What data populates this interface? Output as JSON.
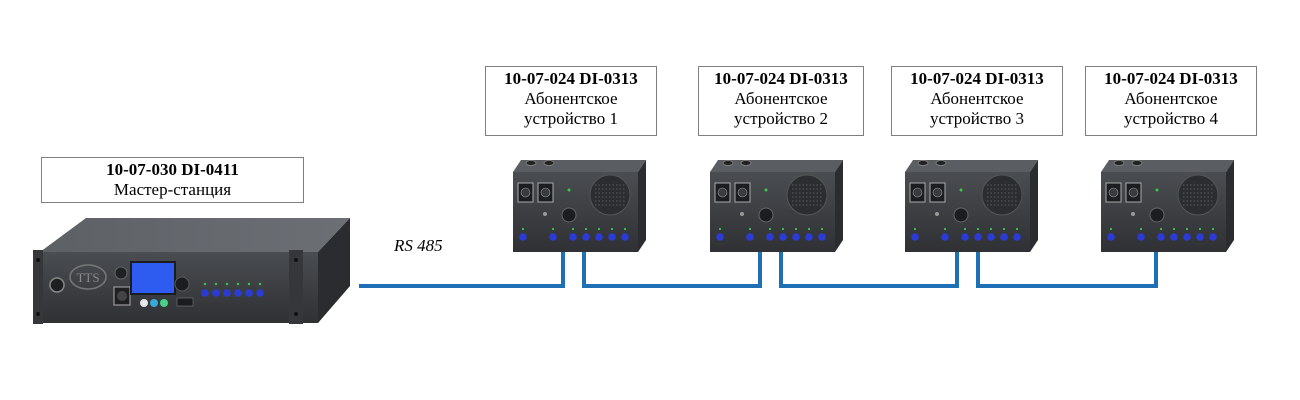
{
  "master": {
    "code": "10-07-030 DI-0411",
    "description": "Мастер-станция",
    "front_logo": "TTS"
  },
  "bus": {
    "label": "RS 485",
    "color": "#1f6fb5"
  },
  "subscribers": [
    {
      "code": "10-07-024 DI-0313",
      "description_line1": "Абонентское",
      "description_line2": "устройство 1"
    },
    {
      "code": "10-07-024 DI-0313",
      "description_line1": "Абонентское",
      "description_line2": "устройство 2"
    },
    {
      "code": "10-07-024 DI-0313",
      "description_line1": "Абонентское",
      "description_line2": "устройство 3"
    },
    {
      "code": "10-07-024 DI-0313",
      "description_line1": "Абонентское",
      "description_line2": "устройство 4"
    }
  ],
  "colors": {
    "device_body": "#3d3f42",
    "device_top": "#55585c",
    "button_blue": "#2b3bd6",
    "screen_blue": "#2f5cf0",
    "led_green": "#39c94a"
  }
}
